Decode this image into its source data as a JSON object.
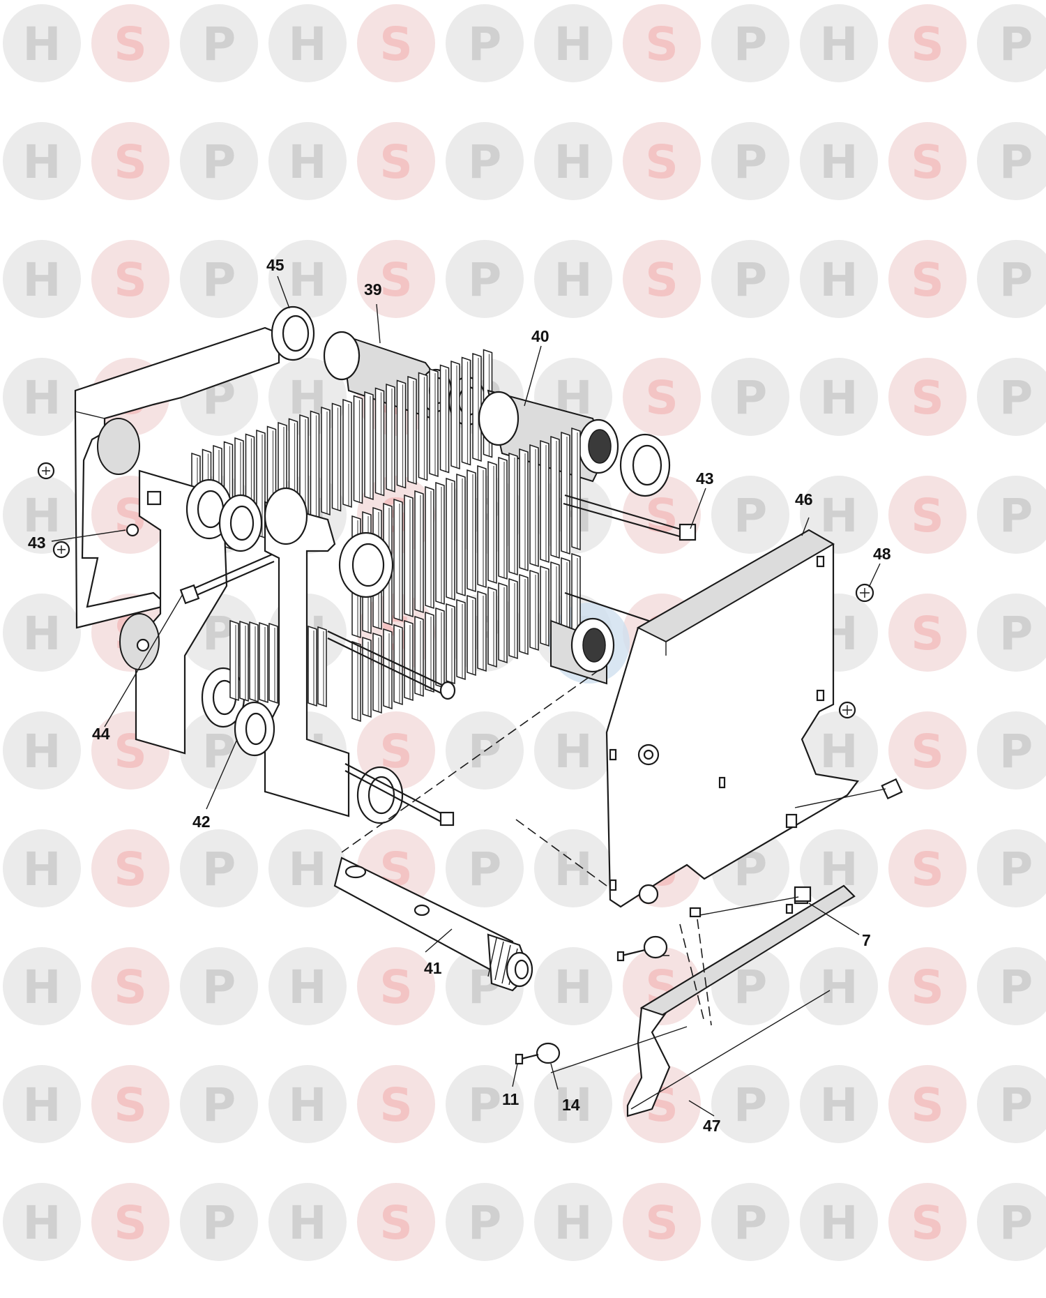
{
  "watermark": {
    "letters": [
      "H",
      "S",
      "P"
    ],
    "colors": {
      "H": "#ebebeb",
      "S": "#f5e2e2",
      "P": "#ebebeb",
      "S_letter": "#f3c4c4",
      "HP_letter": "#d0d0d0"
    },
    "highlight": "#cfe0ef"
  },
  "callouts": [
    {
      "id": "c45",
      "label": "45"
    },
    {
      "id": "c39",
      "label": "39"
    },
    {
      "id": "c40",
      "label": "40"
    },
    {
      "id": "c43a",
      "label": "43"
    },
    {
      "id": "c43b",
      "label": "43"
    },
    {
      "id": "c46",
      "label": "46"
    },
    {
      "id": "c48",
      "label": "48"
    },
    {
      "id": "c44",
      "label": "44"
    },
    {
      "id": "c42",
      "label": "42"
    },
    {
      "id": "c41",
      "label": "41"
    },
    {
      "id": "c7",
      "label": "7"
    },
    {
      "id": "c11",
      "label": "11"
    },
    {
      "id": "c14",
      "label": "14"
    },
    {
      "id": "c47",
      "label": "47"
    }
  ]
}
